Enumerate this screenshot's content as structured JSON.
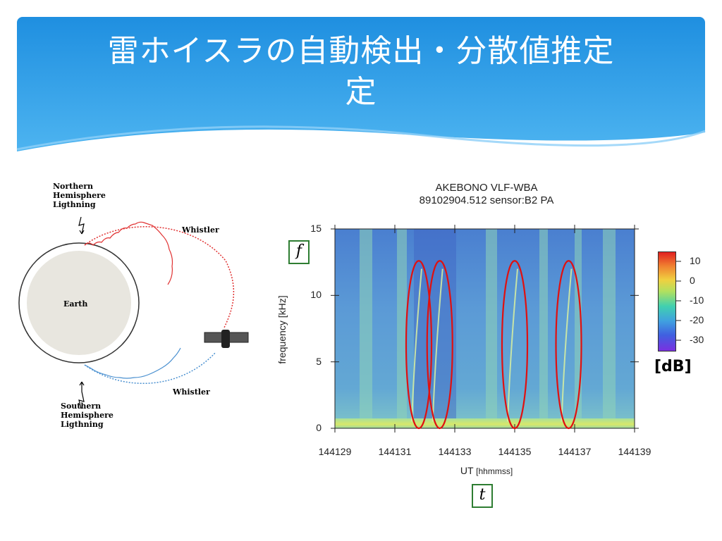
{
  "slide": {
    "title": "雷ホイスラの自動検出・分散値推定",
    "title_line2": "定"
  },
  "diagram": {
    "north_label": [
      "Northern",
      "Hemisphere",
      "Ligthning"
    ],
    "south_label": [
      "Southern",
      "Hemisphere",
      "Ligthning"
    ],
    "earth_label": "Earth",
    "whistler_top": "Whistler",
    "whistler_bottom": "Whistler"
  },
  "chart_data": {
    "type": "heatmap",
    "title": "AKEBONO VLF-WBA",
    "subtitle": "89102904.512  sensor:B2  PA",
    "xlabel": "UT",
    "xlabel_unit": "[hhmmss]",
    "ylabel": "frequency [kHz]",
    "x_ticks": [
      "144129",
      "144131",
      "144133",
      "144135",
      "144137",
      "144139"
    ],
    "y_ticks": [
      "0",
      "5",
      "10",
      "15"
    ],
    "ylim": [
      0,
      15
    ],
    "colorbar": {
      "ticks": [
        "10",
        "0",
        "-10",
        "-20",
        "-30"
      ],
      "unit": "[dB]",
      "range": [
        -35,
        15
      ]
    },
    "highlighted_whistlers_ut": [
      144131.8,
      144132.5,
      144135.0,
      144136.8
    ],
    "annotation_f": "f",
    "annotation_t": "t",
    "colors": {
      "ellipse": "#e01010",
      "box_border": "#2e7d32"
    }
  }
}
